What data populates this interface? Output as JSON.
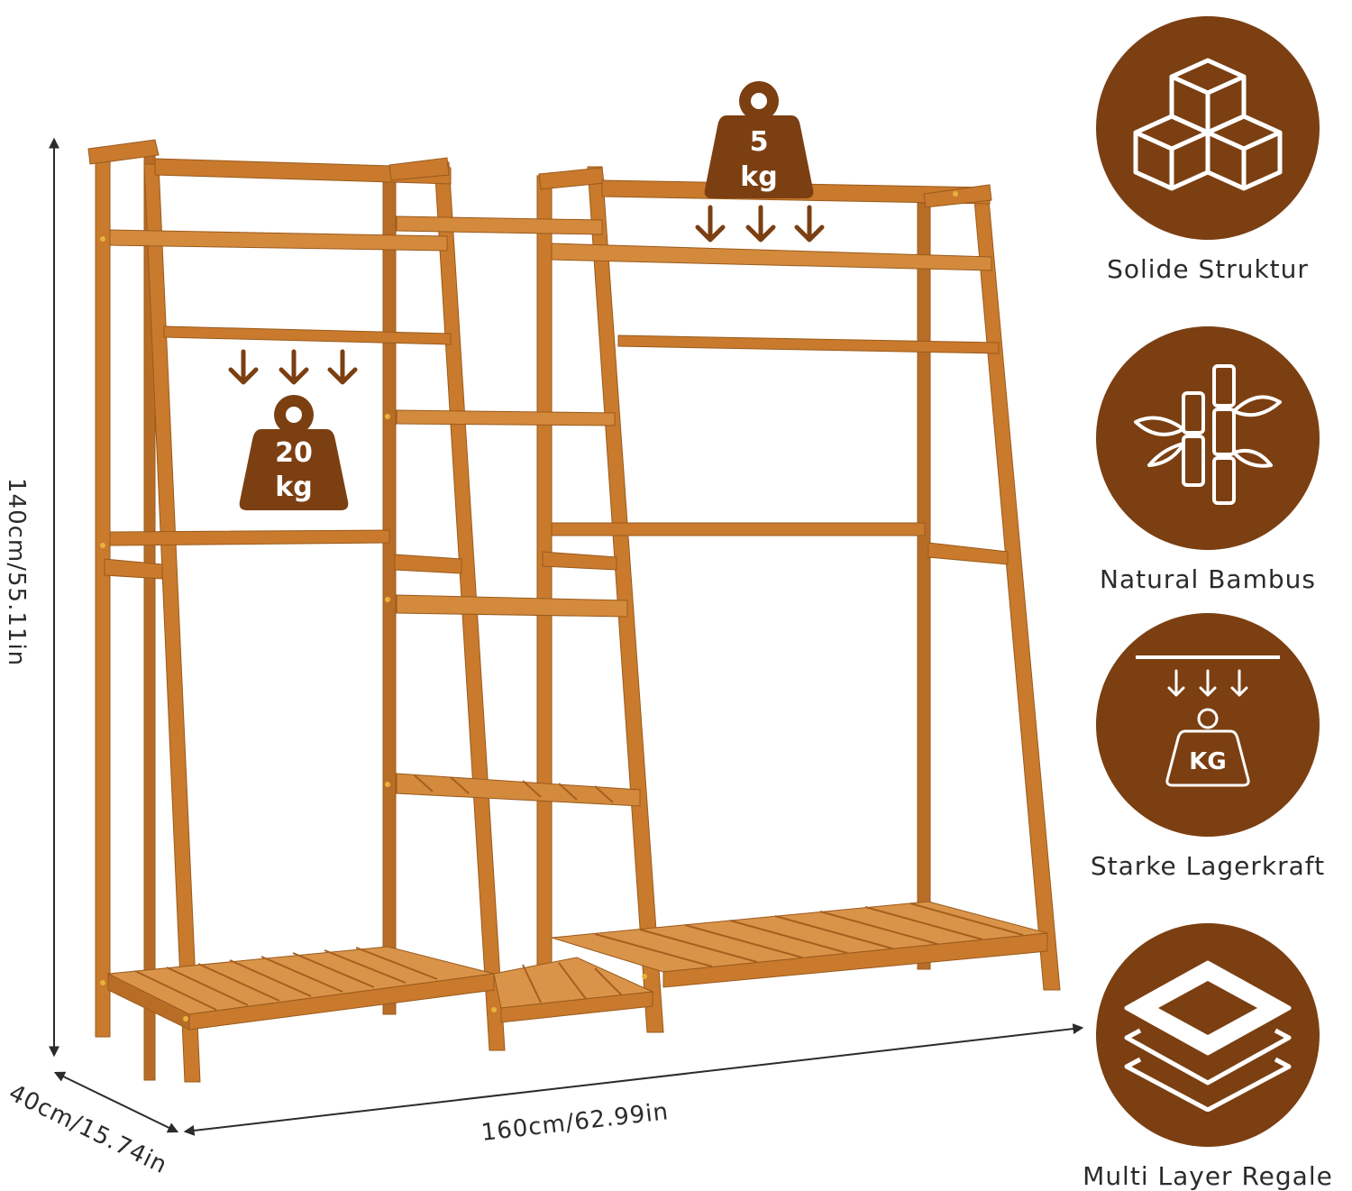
{
  "dimensions": {
    "height": "140cm/55.11in",
    "depth": "40cm/15.74in",
    "width": "160cm/62.99in"
  },
  "loads": {
    "top_value": "5",
    "top_unit": "kg",
    "rod_value": "20",
    "rod_unit": "kg"
  },
  "features": [
    {
      "label": "Solide Struktur",
      "icon": "cubes-icon"
    },
    {
      "label": "Natural Bambus",
      "icon": "bamboo-icon"
    },
    {
      "label": "Starke Lagerkraft",
      "icon": "kg-weight-icon",
      "icon_text": "KG"
    },
    {
      "label": "Multi Layer Regale",
      "icon": "layers-icon"
    }
  ],
  "colors": {
    "accent": "#7b3f12",
    "wood": "#c97a2c",
    "wood_dark": "#a65f1e",
    "text": "#2b2b2b"
  }
}
